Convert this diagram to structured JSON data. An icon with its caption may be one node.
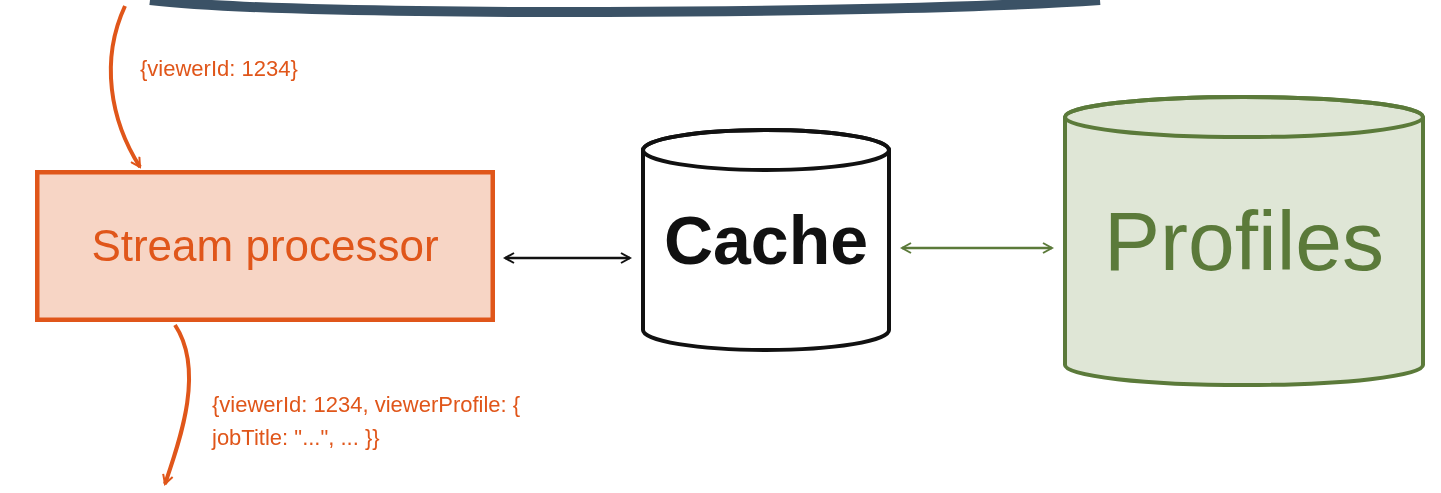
{
  "diagram": {
    "nodes": [
      {
        "text": [
          "Stream processor"
        ]
      },
      {
        "text": [
          "Cache"
        ]
      },
      {
        "text": [
          "Profiles"
        ]
      }
    ],
    "edges": [
      {
        "from": null,
        "to": 0,
        "arrow": "to",
        "label": "{viewerId: 1234}",
        "color": "#e0561a"
      },
      {
        "from": 0,
        "to": null,
        "arrow": "to",
        "label": "{viewerId: 1234, viewerProfile: { jobTitle: \"...\", ... }}",
        "color": "#e0561a"
      },
      {
        "from": 0,
        "to": 1,
        "arrow": "both",
        "color": "#111111"
      },
      {
        "from": 1,
        "to": 2,
        "arrow": "both",
        "color": "#5b7a3a"
      }
    ]
  }
}
